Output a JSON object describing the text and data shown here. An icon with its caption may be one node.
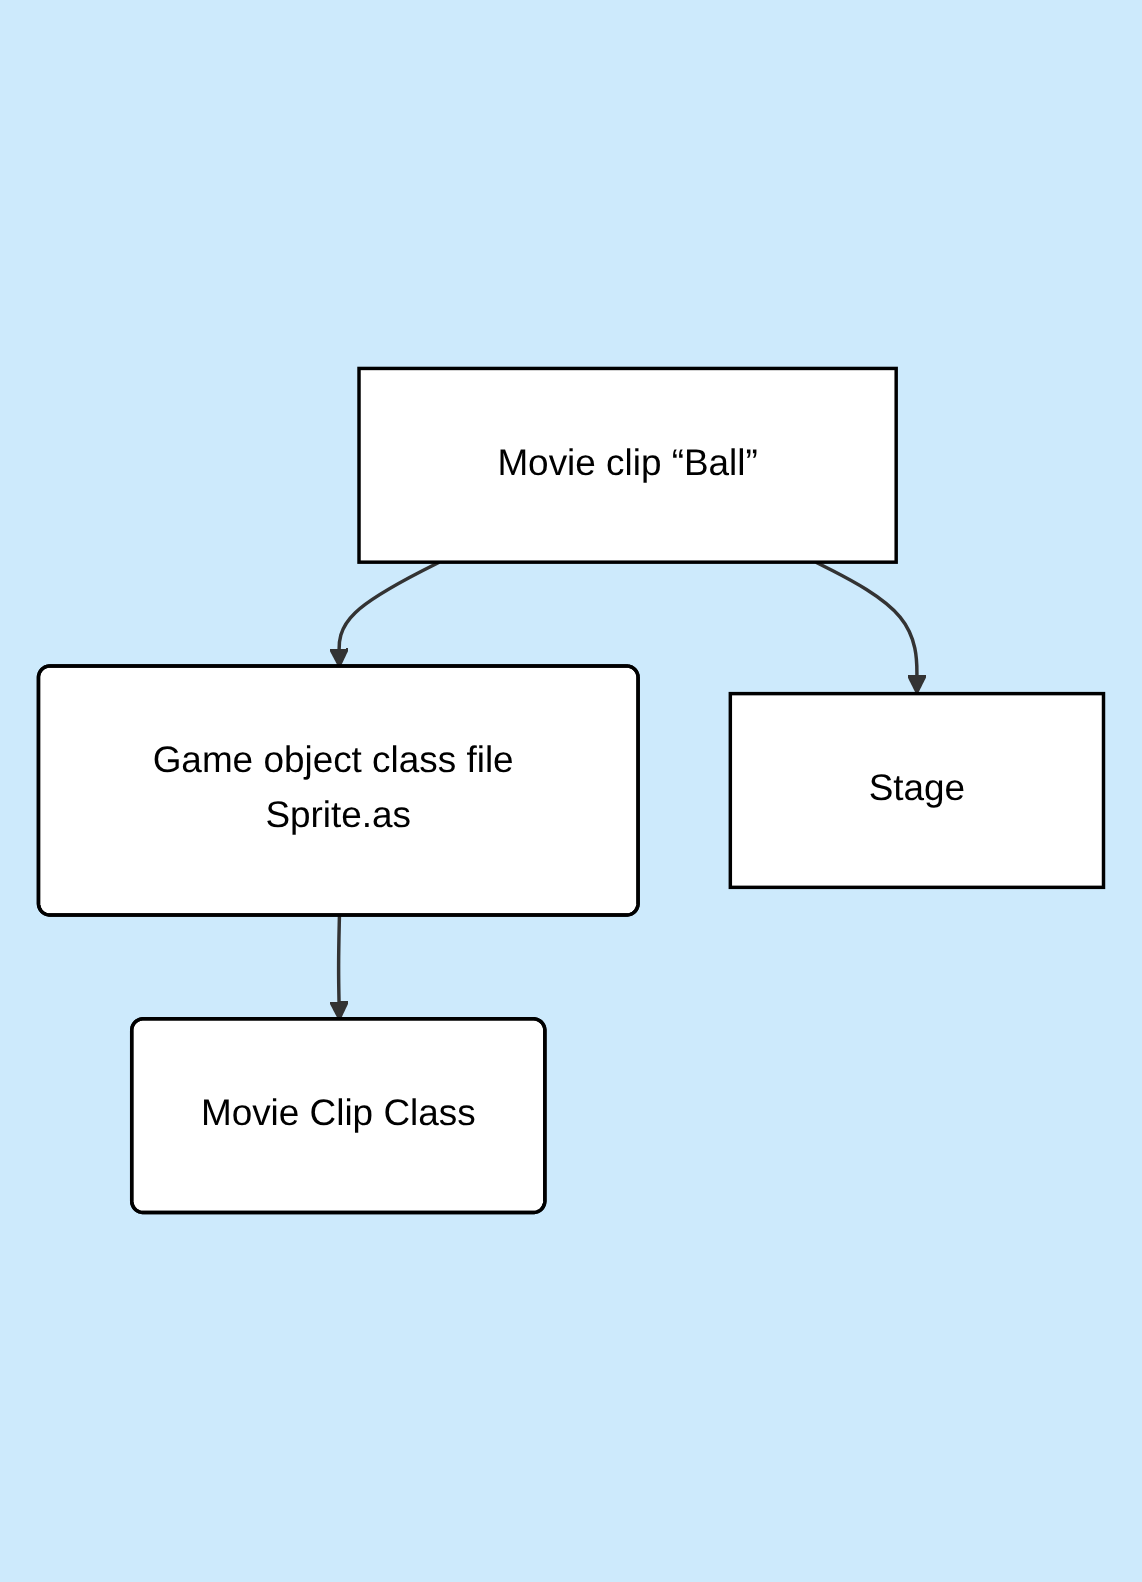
{
  "diagram": {
    "nodes": [
      {
        "text": [
          "Movie Clip Class"
        ]
      },
      {
        "text": [
          "Game object class file Sprite.as"
        ]
      },
      {
        "text": [
          "Movie clip “Ball”"
        ]
      },
      {
        "text": [
          "Stage"
        ]
      }
    ],
    "edges": [
      {
        "from": 1,
        "to": 0,
        "arrow": "to"
      },
      {
        "from": 2,
        "to": 1,
        "arrow": "to"
      },
      {
        "from": 2,
        "to": 3,
        "arrow": "to"
      }
    ]
  }
}
